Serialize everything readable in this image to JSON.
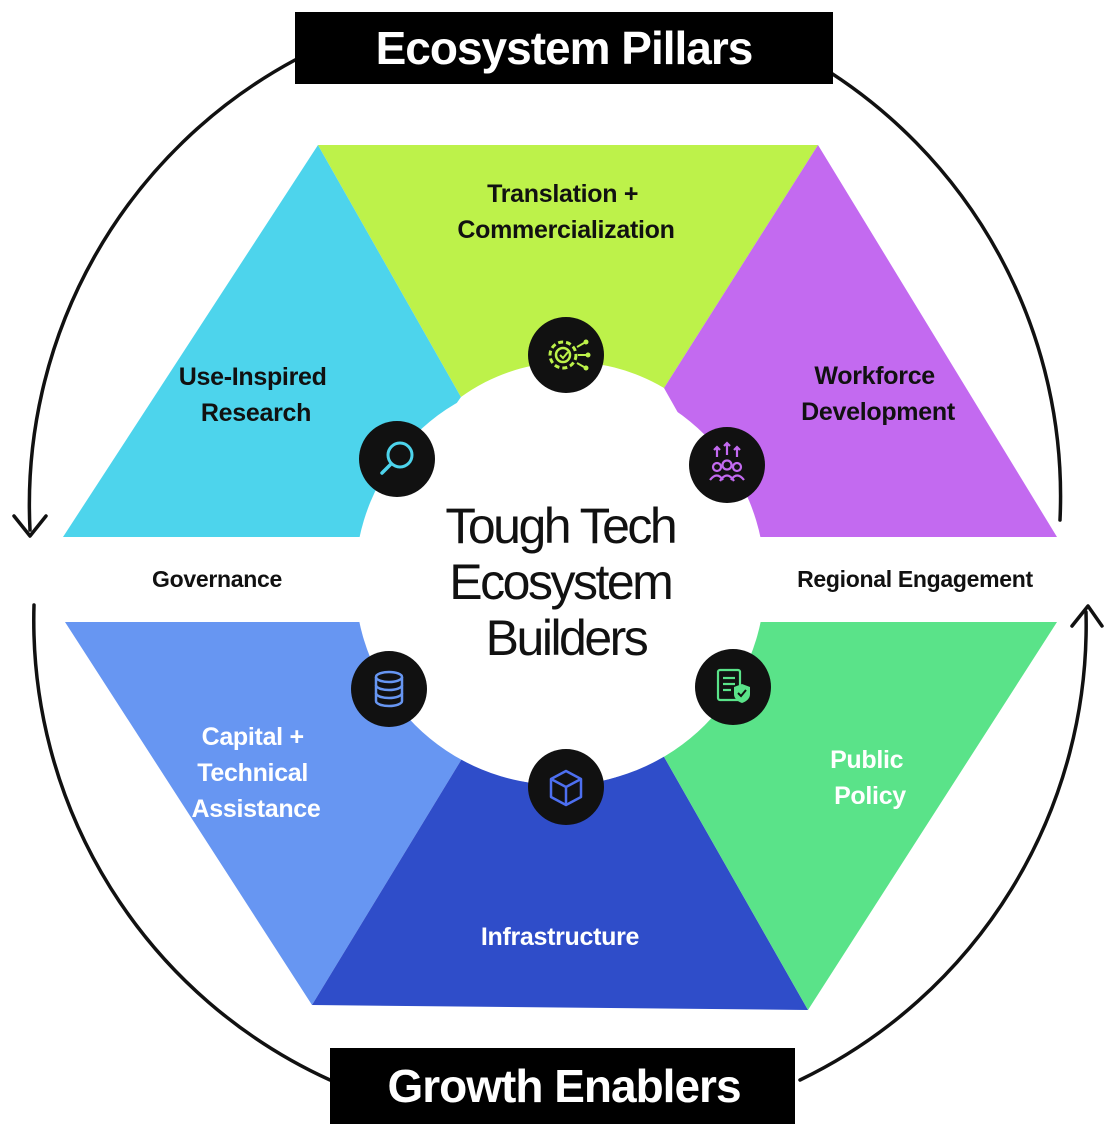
{
  "diagram": {
    "top_banner": "Ecosystem Pillars",
    "bottom_banner": "Growth Enablers",
    "center": [
      "Tough Tech",
      "Ecosystem",
      "Builders"
    ],
    "left_side_label": "Governance",
    "right_side_label": "Regional Engagement",
    "pillars": [
      {
        "key": "research",
        "lines": [
          "Use-Inspired",
          "Research"
        ],
        "color": "#4dd4ec",
        "text_color": "#111111",
        "icon": "magnifier-icon"
      },
      {
        "key": "translation",
        "lines": [
          "Translation +",
          "Commercialization"
        ],
        "color": "#bdf24a",
        "text_color": "#111111",
        "icon": "gear-check-icon"
      },
      {
        "key": "workforce",
        "lines": [
          "Workforce",
          "Development"
        ],
        "color": "#c36af0",
        "text_color": "#111111",
        "icon": "people-growth-icon"
      }
    ],
    "enablers": [
      {
        "key": "capital",
        "lines": [
          "Capital +",
          "Technical",
          "Assistance"
        ],
        "color": "#6796f2",
        "text_color": "#ffffff",
        "icon": "database-icon"
      },
      {
        "key": "infrastructure",
        "lines": [
          "Infrastructure"
        ],
        "color": "#2f4dc9",
        "text_color": "#ffffff",
        "icon": "cube-icon"
      },
      {
        "key": "policy",
        "lines": [
          "Public",
          "Policy"
        ],
        "color": "#5ae389",
        "text_color": "#ffffff",
        "icon": "document-shield-icon"
      }
    ]
  }
}
